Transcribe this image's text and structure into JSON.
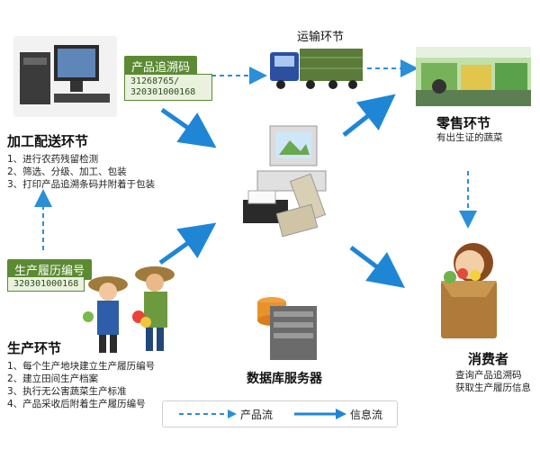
{
  "transport": {
    "title": "运输环节"
  },
  "trace_code": {
    "label": "产品追溯码",
    "numbers": "31268765/\n320301000168"
  },
  "processing": {
    "title": "加工配送环节",
    "items": [
      "1、进行农药残留检测",
      "2、筛选、分级、加工、包装",
      "3、打印产品追溯条码并附着于包装"
    ]
  },
  "retail": {
    "title": "零售环节",
    "subtitle": "有出生证的蔬菜"
  },
  "history_code": {
    "label": "生产履历编号",
    "number": "320301000168"
  },
  "production": {
    "title": "生产环节",
    "items": [
      "1、每个生产地块建立生产履历编号",
      "2、建立田间生产档案",
      "3、执行无公害蔬菜生产标准",
      "4、产品采收后附着生产履历编号"
    ]
  },
  "database": {
    "label": "数据库服务器"
  },
  "consumer": {
    "title": "消费者",
    "lines": [
      "查询产品追溯码",
      "获取生产履历信息"
    ]
  },
  "legend": {
    "product_flow": "产品流",
    "info_flow": "信息流"
  },
  "colors": {
    "product_arrow": "#2a8fd8",
    "info_arrow": "#1f86d6",
    "badge": "#5b8a33"
  }
}
